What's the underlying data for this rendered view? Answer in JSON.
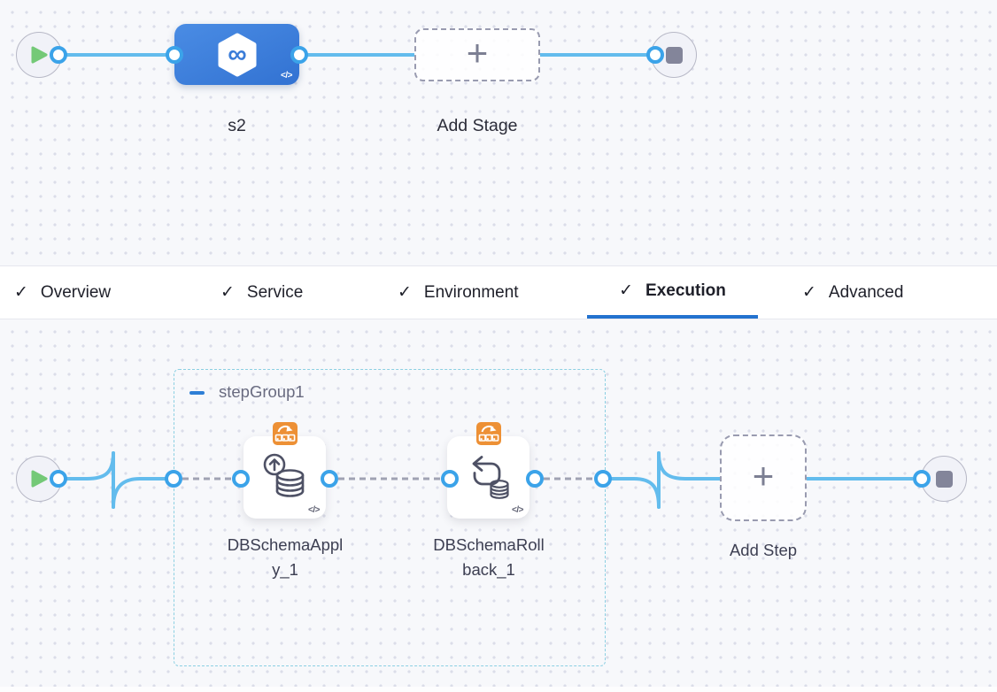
{
  "stage_flow": {
    "stage": {
      "label": "s2"
    },
    "add_stage_label": "Add Stage"
  },
  "tabs": [
    {
      "label": "Overview"
    },
    {
      "label": "Service"
    },
    {
      "label": "Environment"
    },
    {
      "label": "Execution"
    },
    {
      "label": "Advanced"
    }
  ],
  "active_tab": "Execution",
  "execution": {
    "group_label": "stepGroup1",
    "steps": [
      {
        "label": "DBSchemaApply_1"
      },
      {
        "label": "DBSchemaRollback_1"
      }
    ],
    "add_step_label": "Add Step"
  },
  "icons": {
    "check": "✓",
    "plus": "+",
    "code": "</>",
    "infinity": "∞"
  },
  "colors": {
    "stage_node_blue": "#3e80da",
    "flow_line_blue": "#63bced",
    "port_ring_blue": "#3ba3e9",
    "active_tab_underline": "#2372cf",
    "step_badge_orange": "#ed9035",
    "play_green": "#74c977",
    "group_border_teal": "#8bcfe2",
    "dashed_connector_gray": "#a0a2b3"
  }
}
